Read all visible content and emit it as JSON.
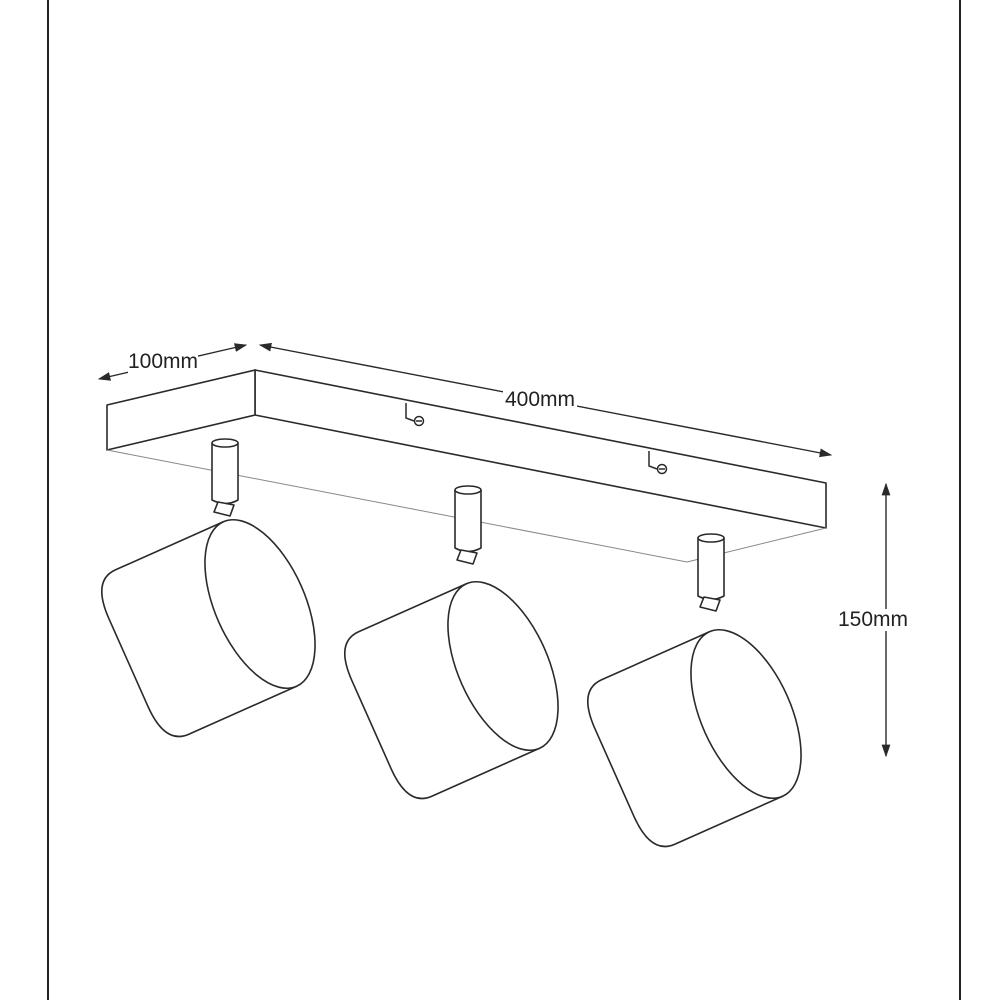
{
  "dimensions": {
    "depth": "100mm",
    "width": "400mm",
    "height": "150mm"
  },
  "colors": {
    "line": "#2a2a2a",
    "background": "#ffffff"
  }
}
